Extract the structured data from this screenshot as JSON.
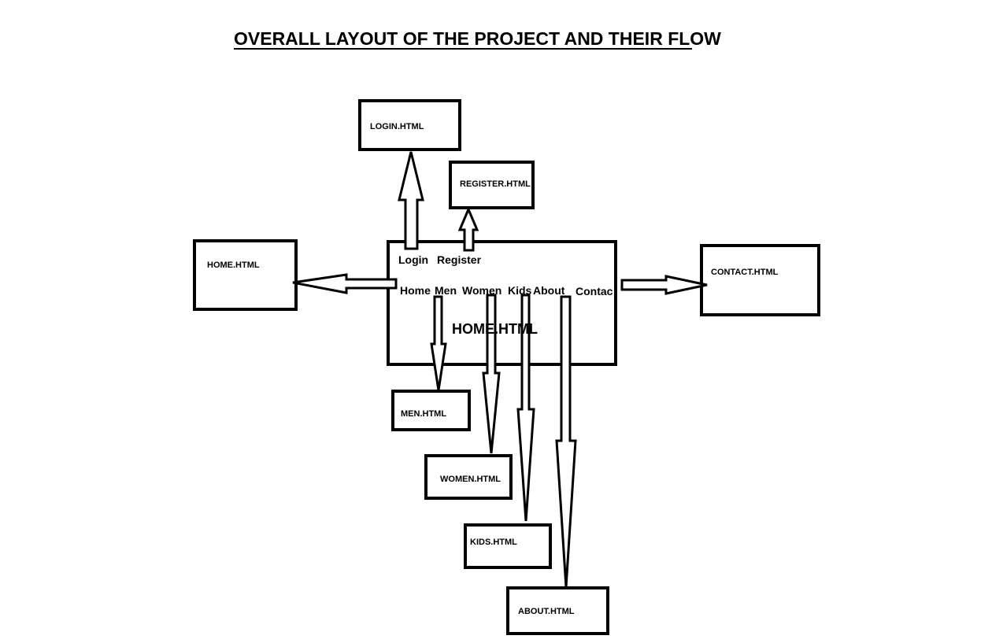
{
  "title": "OVERALL LAYOUT OF THE PROJECT AND THEIR FLOW",
  "center": {
    "label": "HOME.HTML",
    "nav_top": [
      "Login",
      "Register"
    ],
    "nav_main": [
      "Home",
      "Men",
      "Women",
      "Kids",
      "About",
      "Contac"
    ]
  },
  "pages": {
    "login": "LOGIN.HTML",
    "register": "REGISTER.HTML",
    "home": "HOME.HTML",
    "contact": "CONTACT.HTML",
    "men": "MEN.HTML",
    "women": "WOMEN.HTML",
    "kids": "KIDS.HTML",
    "about": "ABOUT.HTML"
  }
}
